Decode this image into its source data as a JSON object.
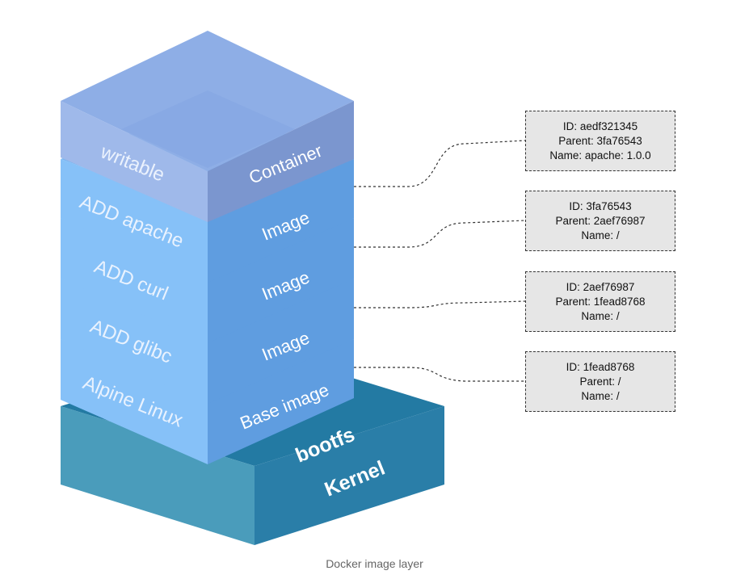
{
  "layers": {
    "kernel": "Kernel",
    "bootfs": "bootfs",
    "base": {
      "left": "Alpine Linux",
      "right": "Base image"
    },
    "glibc": {
      "left": "ADD glibc",
      "right": "Image"
    },
    "curl": {
      "left": "ADD curl",
      "right": "Image"
    },
    "apache": {
      "left": "ADD apache",
      "right": "Image"
    },
    "container": {
      "left": "writable",
      "right": "Container"
    }
  },
  "boxes": [
    {
      "id": "ID: aedf321345",
      "parent": "Parent: 3fa76543",
      "name": "Name: apache: 1.0.0"
    },
    {
      "id": "ID: 3fa76543",
      "parent": "Parent: 2aef76987",
      "name": "Name: /"
    },
    {
      "id": "ID: 2aef76987",
      "parent": "Parent: 1fead8768",
      "name": "Name: /"
    },
    {
      "id": "ID: 1fead8768",
      "parent": "Parent: /",
      "name": "Name: /"
    }
  ],
  "caption": "Docker image layer",
  "colors": {
    "kernel_left": "#4a9bb8",
    "kernel_right": "#2b7ea6",
    "kernel_top": "#23779f",
    "layer_left": "#86c1f8",
    "layer_right": "#5f9de0",
    "layer_top": "#7bb7f3",
    "container_left": "#9fb8ea",
    "container_right": "#7c96cf",
    "container_top": "#8fb0e8"
  }
}
